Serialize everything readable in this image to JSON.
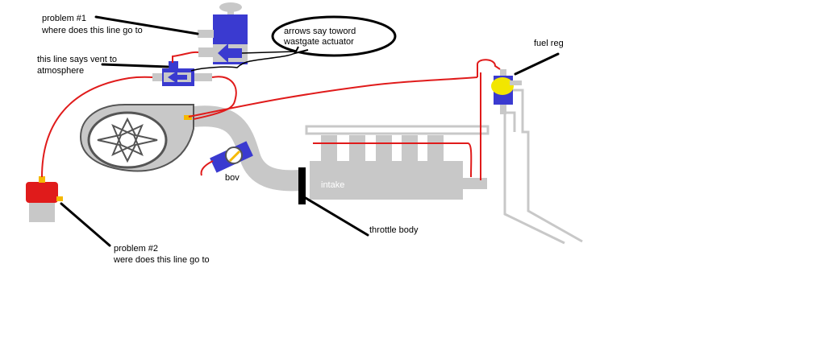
{
  "labels": {
    "problem1_line1": "problem #1",
    "problem1_line2": "where does this line go to",
    "vent_line1": "this line says vent to",
    "vent_line2": "atmosphere",
    "arrows_line1": "arrows say toword",
    "arrows_line2": "wastgate actuator",
    "fuel_reg": "fuel reg",
    "bov": "bov",
    "intake": "intake",
    "throttle_body": "throttle body",
    "problem2_line1": "problem #2",
    "problem2_line2": "were does this line go to"
  },
  "colors": {
    "line": "#e01b1b",
    "pipe": "#c8c8c8",
    "valve": "#3a3ad0",
    "fitting": "#f5b800",
    "reg_body": "#f2e600",
    "canister": "#e01b1b",
    "leader": "#000000"
  }
}
